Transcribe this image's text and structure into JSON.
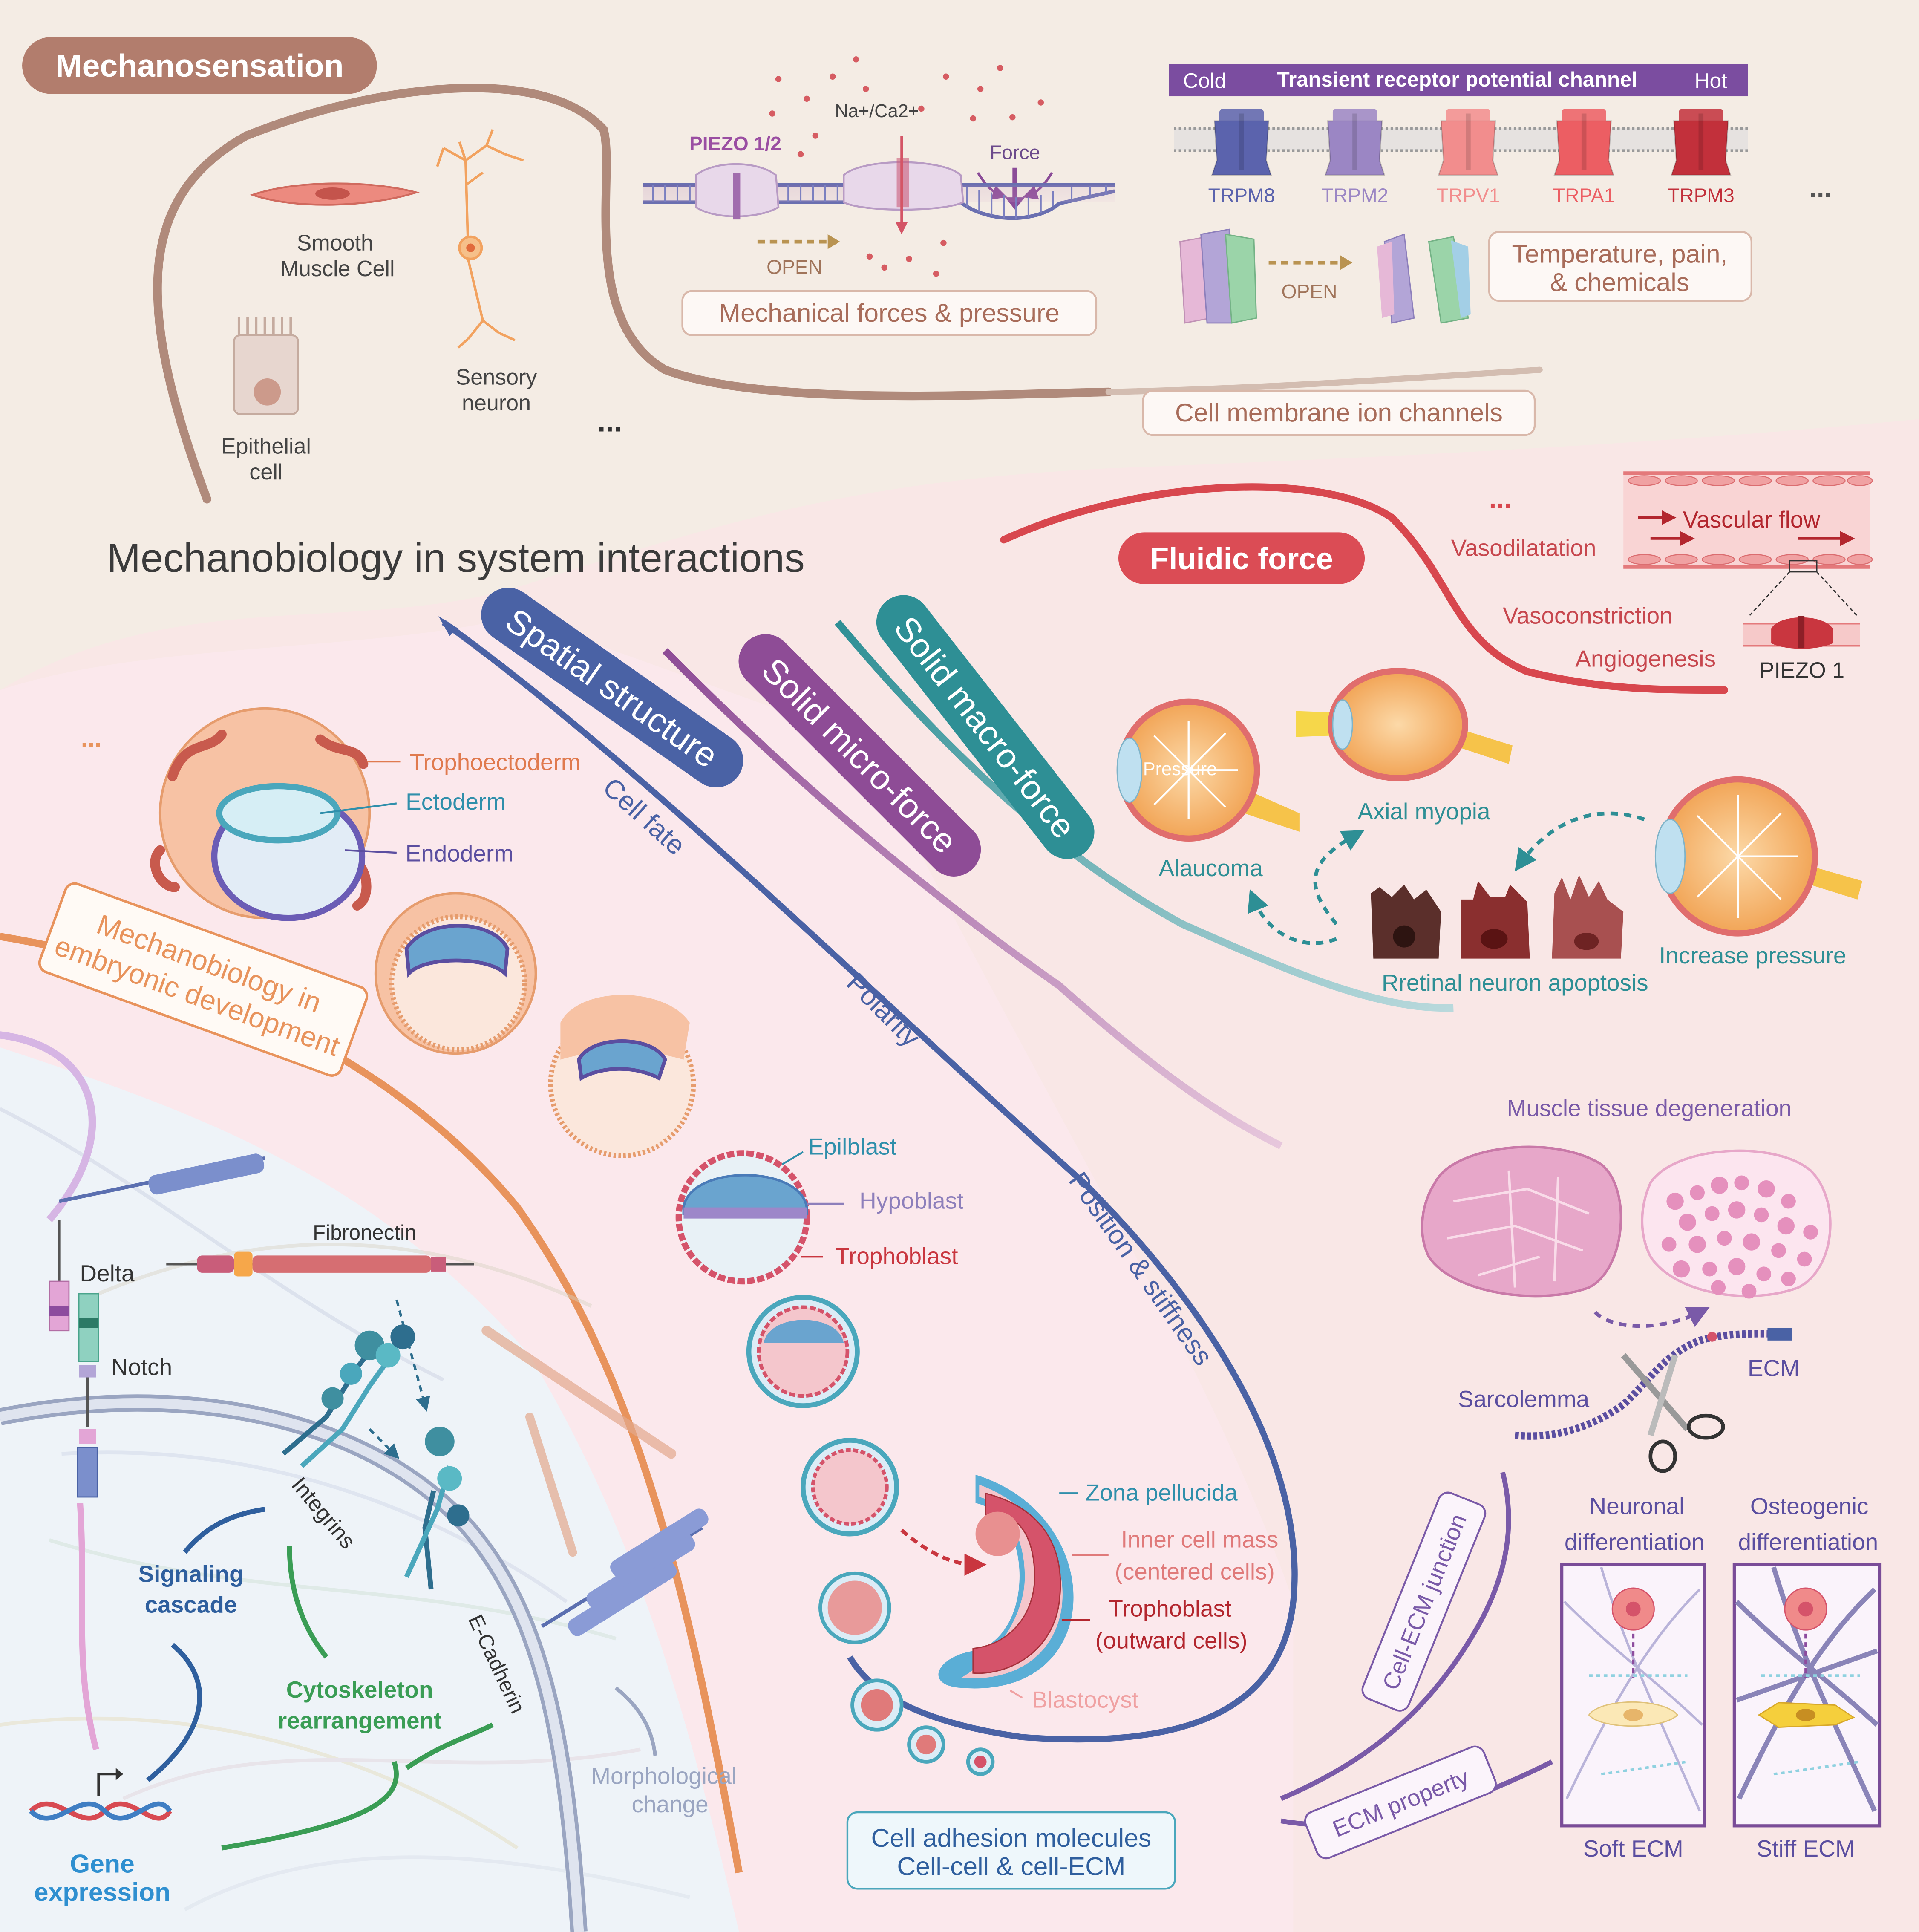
{
  "mechanosensation": {
    "title": "Mechanosensation",
    "cells": {
      "smooth_muscle": [
        "Smooth",
        "Muscle Cell"
      ],
      "sensory_neuron": [
        "Sensory",
        "neuron"
      ],
      "epithelial": [
        "Epithelial",
        "cell"
      ],
      "more": "..."
    }
  },
  "piezo": {
    "ions": "Na+/Ca2+",
    "channel": "PIEZO 1/2",
    "force": "Force",
    "open": "OPEN",
    "caption": "Mechanical forces & pressure"
  },
  "trp": {
    "cold": "Cold",
    "title": "Transient receptor potential channel",
    "hot": "Hot",
    "channels": [
      {
        "name": "TRPM8",
        "color": "#5b63ad"
      },
      {
        "name": "TRPM2",
        "color": "#9b86c4"
      },
      {
        "name": "TRPV1",
        "color": "#f28d8d"
      },
      {
        "name": "TRPA1",
        "color": "#ec5e63"
      },
      {
        "name": "TRPM3",
        "color": "#c2303b"
      }
    ],
    "more": "...",
    "open": "OPEN",
    "caption": [
      "Temperature, pain,",
      "& chemicals"
    ],
    "membrane_caption": "Cell membrane ion channels"
  },
  "main_title": "Mechanobiology in system interactions",
  "bands": {
    "spatial": "Spatial structure",
    "micro": "Solid micro-force",
    "macro": "Solid macro-force",
    "cell_fate": "Cell fate",
    "polarity": "Polarity",
    "position": "Position & stiffness"
  },
  "fluidic": {
    "title": "Fluidic force",
    "more": "...",
    "vascular_flow": "Vascular flow",
    "vasodilatation": "Vasodilatation",
    "vasoconstriction": "Vasoconstriction",
    "angiogenesis": "Angiogenesis",
    "piezo1": "PIEZO 1"
  },
  "eye": {
    "pressure": "Pressure",
    "axial_myopia": "Axial myopia",
    "glaucoma": "Alaucoma",
    "increase_pressure": "Increase pressure",
    "apoptosis": "Rretinal neuron apoptosis"
  },
  "embryo": {
    "more": "...",
    "trophectoderm": "Trophoectoderm",
    "ectoderm": "Ectoderm",
    "endoderm": "Endoderm",
    "caption": [
      "Mechanobiology in",
      "embryonic development"
    ],
    "epiblast": "Epilblast",
    "hypoblast": "Hypoblast",
    "trophoblast": "Trophoblast",
    "zona": "Zona pellucida",
    "icm": [
      "Inner cell mass",
      "(centered cells)"
    ],
    "trophoblast_out": [
      "Trophoblast",
      "(outward cells)"
    ],
    "blastocyst": "Blastocyst"
  },
  "adhesion": {
    "fibronectin": "Fibronectin",
    "delta": "Delta",
    "notch": "Notch",
    "integrins": "Integrins",
    "ecadherin": "E-Cadherin",
    "signaling": [
      "Signaling",
      "cascade"
    ],
    "cytoskeleton": [
      "Cytoskeleton",
      "rearrangement"
    ],
    "morphological": [
      "Morphological",
      "change"
    ],
    "gene": [
      "Gene",
      "expression"
    ],
    "caption": [
      "Cell adhesion molecules",
      "Cell-cell & cell-ECM"
    ]
  },
  "muscle": {
    "title": "Muscle tissue degeneration",
    "sarcolemma": "Sarcolemma",
    "ecm": "ECM"
  },
  "ecm": {
    "junction": "Cell-ECM junction",
    "property": "ECM property",
    "neuronal": [
      "Neuronal",
      "differentiation"
    ],
    "osteogenic": [
      "Osteogenic",
      "differentiation"
    ],
    "soft": "Soft ECM",
    "stiff": "Stiff ECM"
  }
}
